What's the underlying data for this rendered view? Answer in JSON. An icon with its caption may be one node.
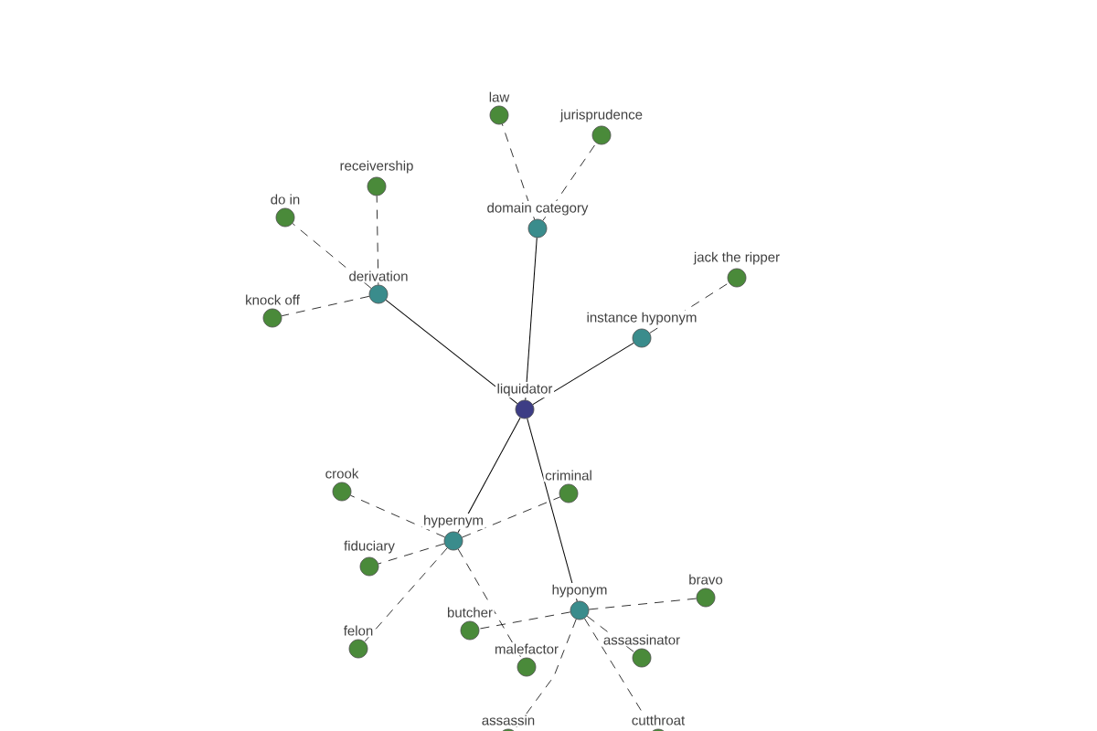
{
  "diagram": {
    "nodes": [
      {
        "text": [
          "liquidator"
        ]
      },
      {
        "text": [
          "derivation"
        ]
      },
      {
        "text": [
          "domain category"
        ]
      },
      {
        "text": [
          "instance hyponym"
        ]
      },
      {
        "text": [
          "hypernym"
        ]
      },
      {
        "text": [
          "hyponym"
        ]
      },
      {
        "text": [
          "do in"
        ]
      },
      {
        "text": [
          "receivership"
        ]
      },
      {
        "text": [
          "knock off"
        ]
      },
      {
        "text": [
          "law"
        ]
      },
      {
        "text": [
          "jurisprudence"
        ]
      },
      {
        "text": [
          "jack the ripper"
        ]
      },
      {
        "text": [
          "crook"
        ]
      },
      {
        "text": [
          "criminal"
        ]
      },
      {
        "text": [
          "fiduciary"
        ]
      },
      {
        "text": [
          "felon"
        ]
      },
      {
        "text": [
          "malefactor"
        ]
      },
      {
        "text": [
          "butcher"
        ]
      },
      {
        "text": [
          "bravo"
        ]
      },
      {
        "text": [
          "assassinator"
        ]
      },
      {
        "text": [
          "assassin"
        ]
      },
      {
        "text": [
          "cutthroat"
        ]
      }
    ],
    "edges": [
      {
        "from": 0,
        "to": 1,
        "arrow": "none"
      },
      {
        "from": 0,
        "to": 2,
        "arrow": "none"
      },
      {
        "from": 0,
        "to": 3,
        "arrow": "none"
      },
      {
        "from": 0,
        "to": 4,
        "arrow": "none"
      },
      {
        "from": 0,
        "to": 5,
        "arrow": "none"
      },
      {
        "from": 1,
        "to": 6,
        "arrow": "none",
        "style": "dashed"
      },
      {
        "from": 1,
        "to": 7,
        "arrow": "none",
        "style": "dashed"
      },
      {
        "from": 1,
        "to": 8,
        "arrow": "none",
        "style": "dashed"
      },
      {
        "from": 2,
        "to": 9,
        "arrow": "none",
        "style": "dashed"
      },
      {
        "from": 2,
        "to": 10,
        "arrow": "none",
        "style": "dashed"
      },
      {
        "from": 3,
        "to": 11,
        "arrow": "none",
        "style": "dashed"
      },
      {
        "from": 4,
        "to": 12,
        "arrow": "none",
        "style": "dashed"
      },
      {
        "from": 4,
        "to": 13,
        "arrow": "none",
        "style": "dashed"
      },
      {
        "from": 4,
        "to": 14,
        "arrow": "none",
        "style": "dashed"
      },
      {
        "from": 4,
        "to": 15,
        "arrow": "none",
        "style": "dashed"
      },
      {
        "from": 4,
        "to": 16,
        "arrow": "none",
        "style": "dashed"
      },
      {
        "from": 5,
        "to": 17,
        "arrow": "none",
        "style": "dashed"
      },
      {
        "from": 5,
        "to": 18,
        "arrow": "none",
        "style": "dashed"
      },
      {
        "from": 5,
        "to": 19,
        "arrow": "none",
        "style": "dashed"
      },
      {
        "from": 5,
        "to": 20,
        "arrow": "none",
        "style": "dashed"
      },
      {
        "from": 5,
        "to": 21,
        "arrow": "none",
        "style": "dashed"
      }
    ]
  }
}
